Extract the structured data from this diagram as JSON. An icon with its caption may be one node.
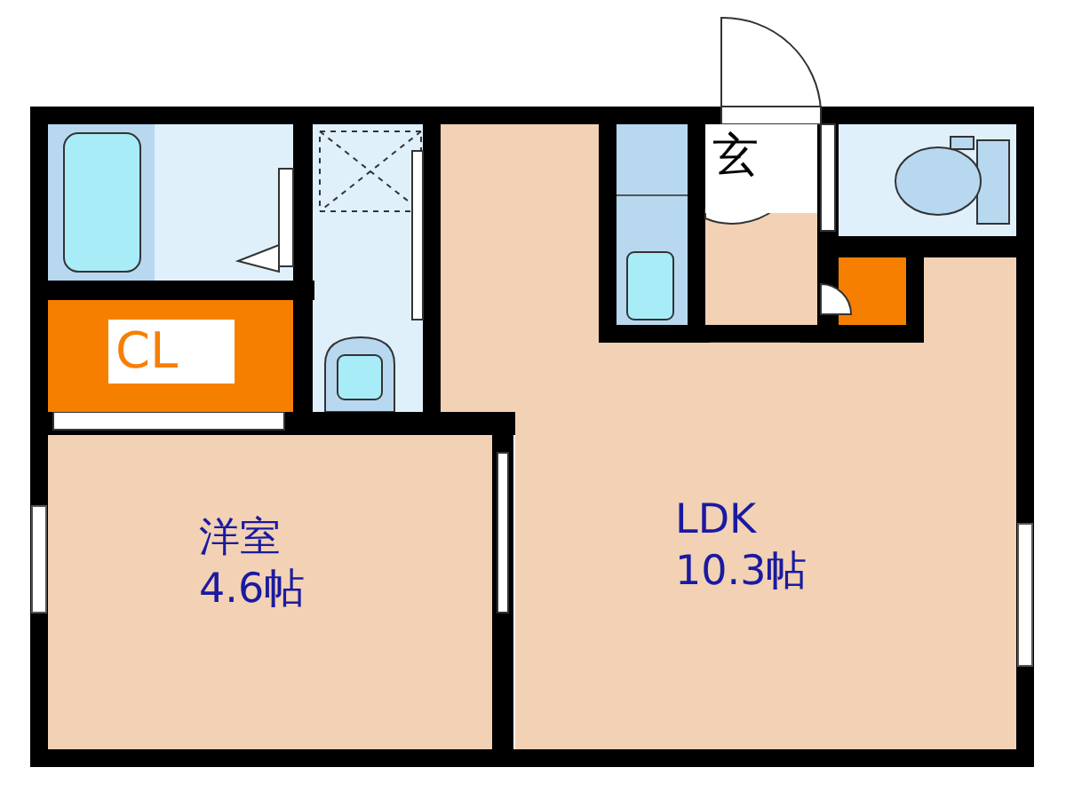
{
  "diagram": {
    "nodes": [
      {
        "text": [
          "CL"
        ]
      },
      {
        "text": [
          "玄"
        ]
      },
      {
        "text": [
          "洋室",
          "4.6帖"
        ]
      },
      {
        "text": [
          "LDK",
          "10.3帖"
        ]
      }
    ]
  }
}
